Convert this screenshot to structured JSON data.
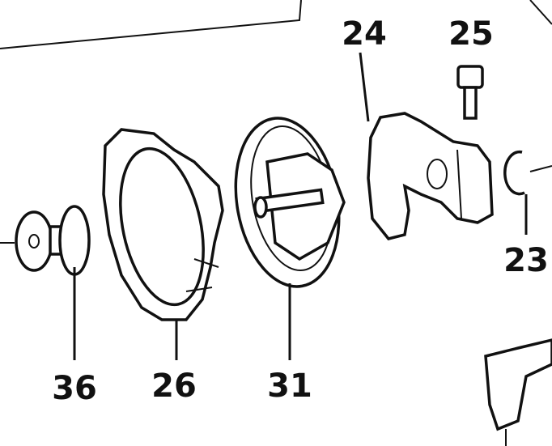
{
  "diagram": {
    "callouts": [
      {
        "id": "label-24",
        "text": "24"
      },
      {
        "id": "label-25",
        "text": "25"
      },
      {
        "id": "label-23",
        "text": "23"
      },
      {
        "id": "label-36",
        "text": "36"
      },
      {
        "id": "label-26",
        "text": "26"
      },
      {
        "id": "label-31",
        "text": "31"
      }
    ]
  }
}
